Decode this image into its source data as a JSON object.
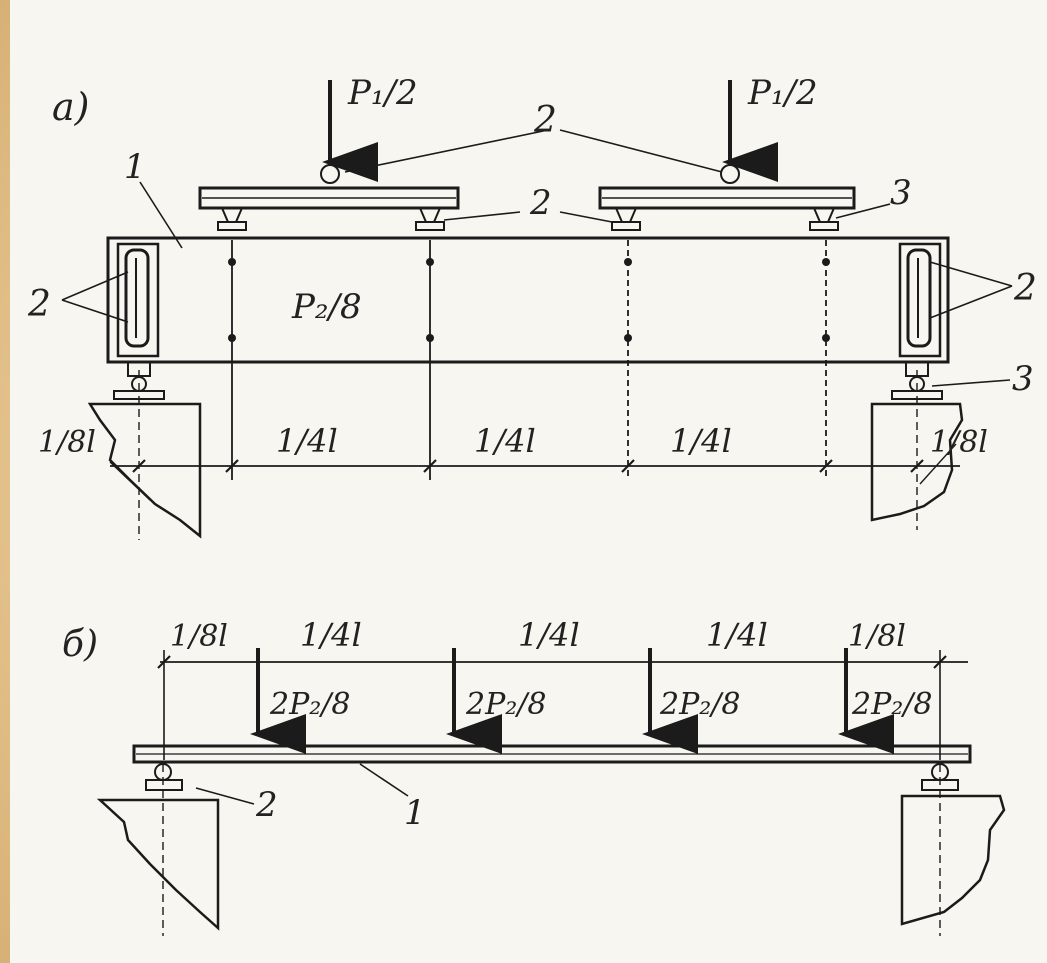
{
  "diagram": {
    "panel_a": {
      "label": "а)",
      "load_left": "P₁/2",
      "load_right": "P₁/2",
      "callout_2_top": "2",
      "callout_2_mid": "2",
      "callout_1": "1",
      "callout_3_top": "3",
      "callout_3_bottom": "3",
      "callout_2_left": "2",
      "callout_2_right": "2",
      "inner_load": "P₂/8",
      "dims": [
        "1/8l",
        "1/4l",
        "1/4l",
        "1/4l",
        "1/8l"
      ]
    },
    "panel_b": {
      "label": "б)",
      "dims": [
        "1/8l",
        "1/4l",
        "1/4l",
        "1/4l",
        "1/8l"
      ],
      "loads": [
        "2P₂/8",
        "2P₂/8",
        "2P₂/8",
        "2P₂/8"
      ],
      "callout_2": "2",
      "callout_1": "1"
    }
  }
}
